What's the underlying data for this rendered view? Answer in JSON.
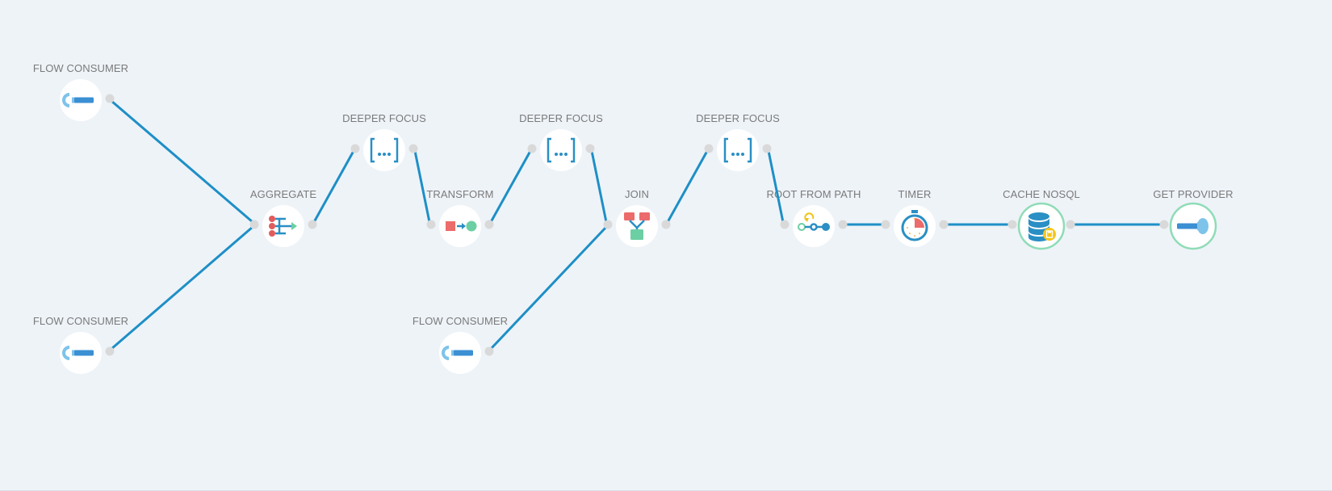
{
  "diagram": {
    "colors": {
      "background": "#eef3f8",
      "edge": "#1e8fc6",
      "port": "#d9d9d9",
      "node": "#ffffff",
      "selected_ring": "#8fdcb7",
      "label": "#7a7a7a"
    },
    "nodes": [
      {
        "id": "flow-consumer-1",
        "label": "FLOW CONSUMER",
        "icon": "flow-consumer-icon",
        "selected": false
      },
      {
        "id": "flow-consumer-2",
        "label": "FLOW CONSUMER",
        "icon": "flow-consumer-icon",
        "selected": false
      },
      {
        "id": "aggregate",
        "label": "AGGREGATE",
        "icon": "aggregate-icon",
        "selected": false
      },
      {
        "id": "deeper-focus-1",
        "label": "DEEPER FOCUS",
        "icon": "deeper-focus-icon",
        "selected": false
      },
      {
        "id": "transform",
        "label": "TRANSFORM",
        "icon": "transform-icon",
        "selected": false
      },
      {
        "id": "deeper-focus-2",
        "label": "DEEPER FOCUS",
        "icon": "deeper-focus-icon",
        "selected": false
      },
      {
        "id": "flow-consumer-3",
        "label": "FLOW CONSUMER",
        "icon": "flow-consumer-icon",
        "selected": false
      },
      {
        "id": "join",
        "label": "JOIN",
        "icon": "join-icon",
        "selected": false
      },
      {
        "id": "deeper-focus-3",
        "label": "DEEPER FOCUS",
        "icon": "deeper-focus-icon",
        "selected": false
      },
      {
        "id": "root-from-path",
        "label": "ROOT FROM PATH",
        "icon": "root-from-path-icon",
        "selected": false
      },
      {
        "id": "timer",
        "label": "TIMER",
        "icon": "timer-icon",
        "selected": false
      },
      {
        "id": "cache-nosql",
        "label": "CACHE NOSQL",
        "icon": "cache-nosql-icon",
        "selected": true
      },
      {
        "id": "get-provider",
        "label": "GET PROVIDER",
        "icon": "get-provider-icon",
        "selected": true
      }
    ],
    "edges": [
      {
        "from": "flow-consumer-1",
        "to": "aggregate"
      },
      {
        "from": "flow-consumer-2",
        "to": "aggregate"
      },
      {
        "from": "aggregate",
        "to": "deeper-focus-1"
      },
      {
        "from": "deeper-focus-1",
        "to": "transform"
      },
      {
        "from": "transform",
        "to": "deeper-focus-2"
      },
      {
        "from": "deeper-focus-2",
        "to": "join"
      },
      {
        "from": "flow-consumer-3",
        "to": "join"
      },
      {
        "from": "join",
        "to": "deeper-focus-3"
      },
      {
        "from": "deeper-focus-3",
        "to": "root-from-path"
      },
      {
        "from": "root-from-path",
        "to": "timer"
      },
      {
        "from": "timer",
        "to": "cache-nosql"
      },
      {
        "from": "cache-nosql",
        "to": "get-provider"
      }
    ]
  }
}
